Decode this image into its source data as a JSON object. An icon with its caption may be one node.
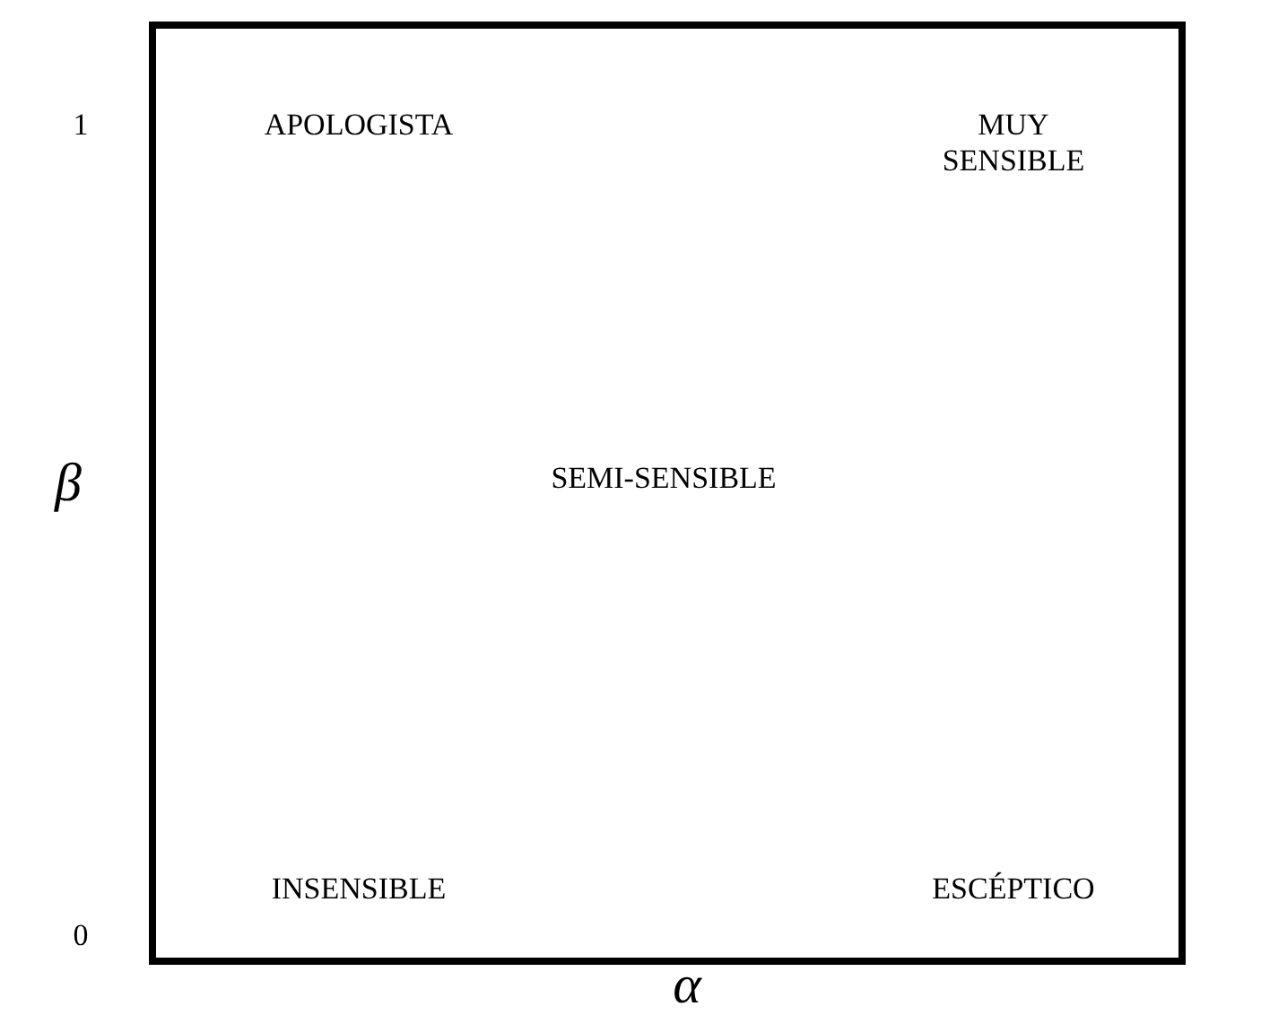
{
  "diagram": {
    "labels": [
      "1",
      "APOLOGISTA",
      "MUY SENSIBLE",
      "β",
      "SEMI-SENSIBLE",
      "INSENSIBLE",
      "ESCÉPTICO",
      "0",
      "α"
    ]
  }
}
